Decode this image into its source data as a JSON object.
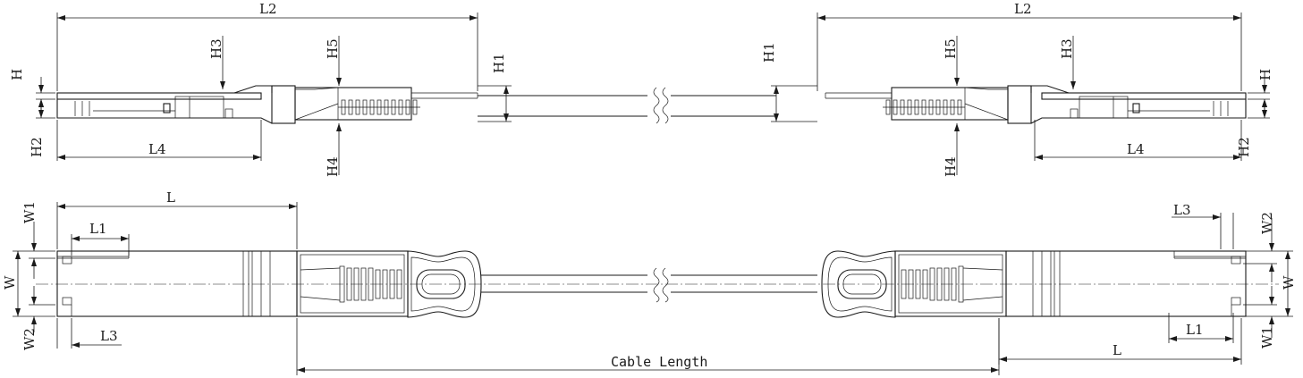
{
  "labels": {
    "L": "L",
    "L1": "L1",
    "L2": "L2",
    "L3": "L3",
    "L4": "L4",
    "H": "H",
    "H1": "H1",
    "H2": "H2",
    "H3": "H3",
    "H4": "H4",
    "H5": "H5",
    "W": "W",
    "W1": "W1",
    "W2": "W2",
    "cable_length": "Cable Length"
  }
}
